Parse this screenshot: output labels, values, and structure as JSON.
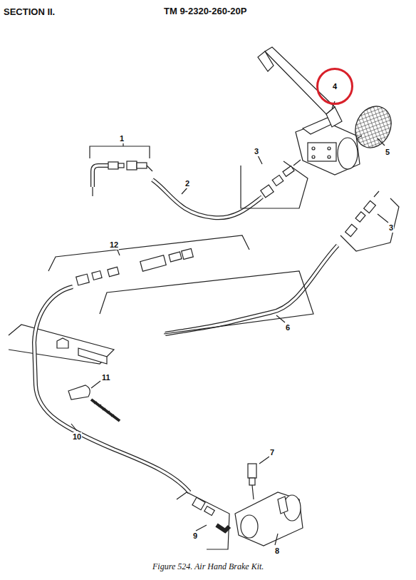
{
  "diagram": {
    "title": "TM 9-2320-260-20P",
    "caption": "Figure 524. Air Hand Brake Kit.",
    "nodes": [
      {
        "text": [
          "4"
        ]
      }
    ],
    "labels": [
      "SECTION II.",
      "1",
      "2",
      "3",
      "3",
      "5",
      "6",
      "7",
      "8",
      "9",
      "10",
      "11",
      "12"
    ]
  }
}
